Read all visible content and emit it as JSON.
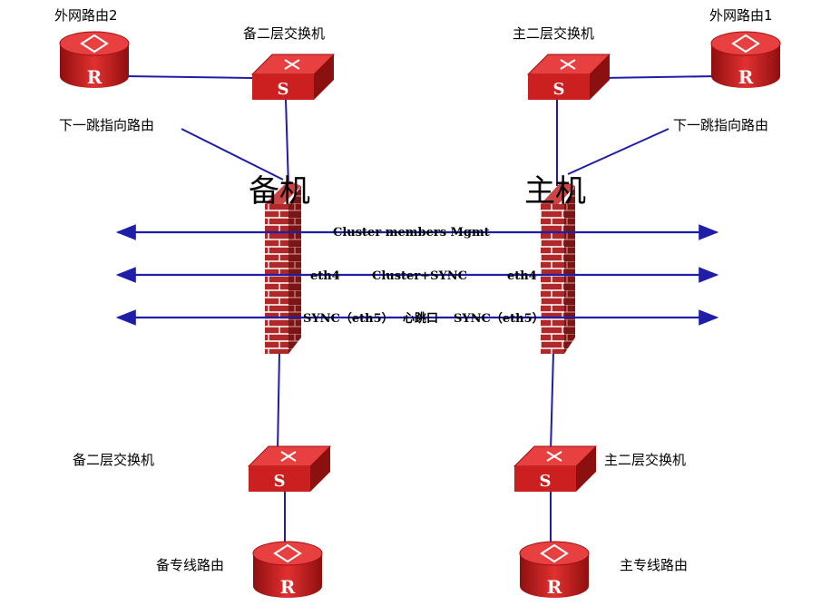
{
  "labels": {
    "ext_router_2": "外网路由2",
    "ext_router_1": "外网路由1",
    "backup_switch_top": "备二层交换机",
    "main_switch_top": "主二层交换机",
    "next_hop_left": "下一跳指向路由",
    "next_hop_right": "下一跳指向路由",
    "backup_host": "备机",
    "main_host": "主机",
    "backup_switch_bottom": "备二层交换机",
    "main_switch_bottom": "主二层交换机",
    "backup_line_router": "备专线路由",
    "main_line_router": "主专线路由"
  },
  "links": {
    "mgmt": "Cluster members Mgmt",
    "eth4_left": "eth4",
    "cluster_sync": "Cluster+SYNC",
    "eth4_right": "eth4",
    "sync_left": "SYNC（eth5）",
    "heartbeat": "心跳口",
    "sync_right": "SYNC（eth5）"
  },
  "icons": {
    "router_letter": "R",
    "switch_letter": "S"
  },
  "colors": {
    "device_red": "#d21f1f",
    "link_blue": "#1e1ea8",
    "brick": "#b0282a"
  }
}
